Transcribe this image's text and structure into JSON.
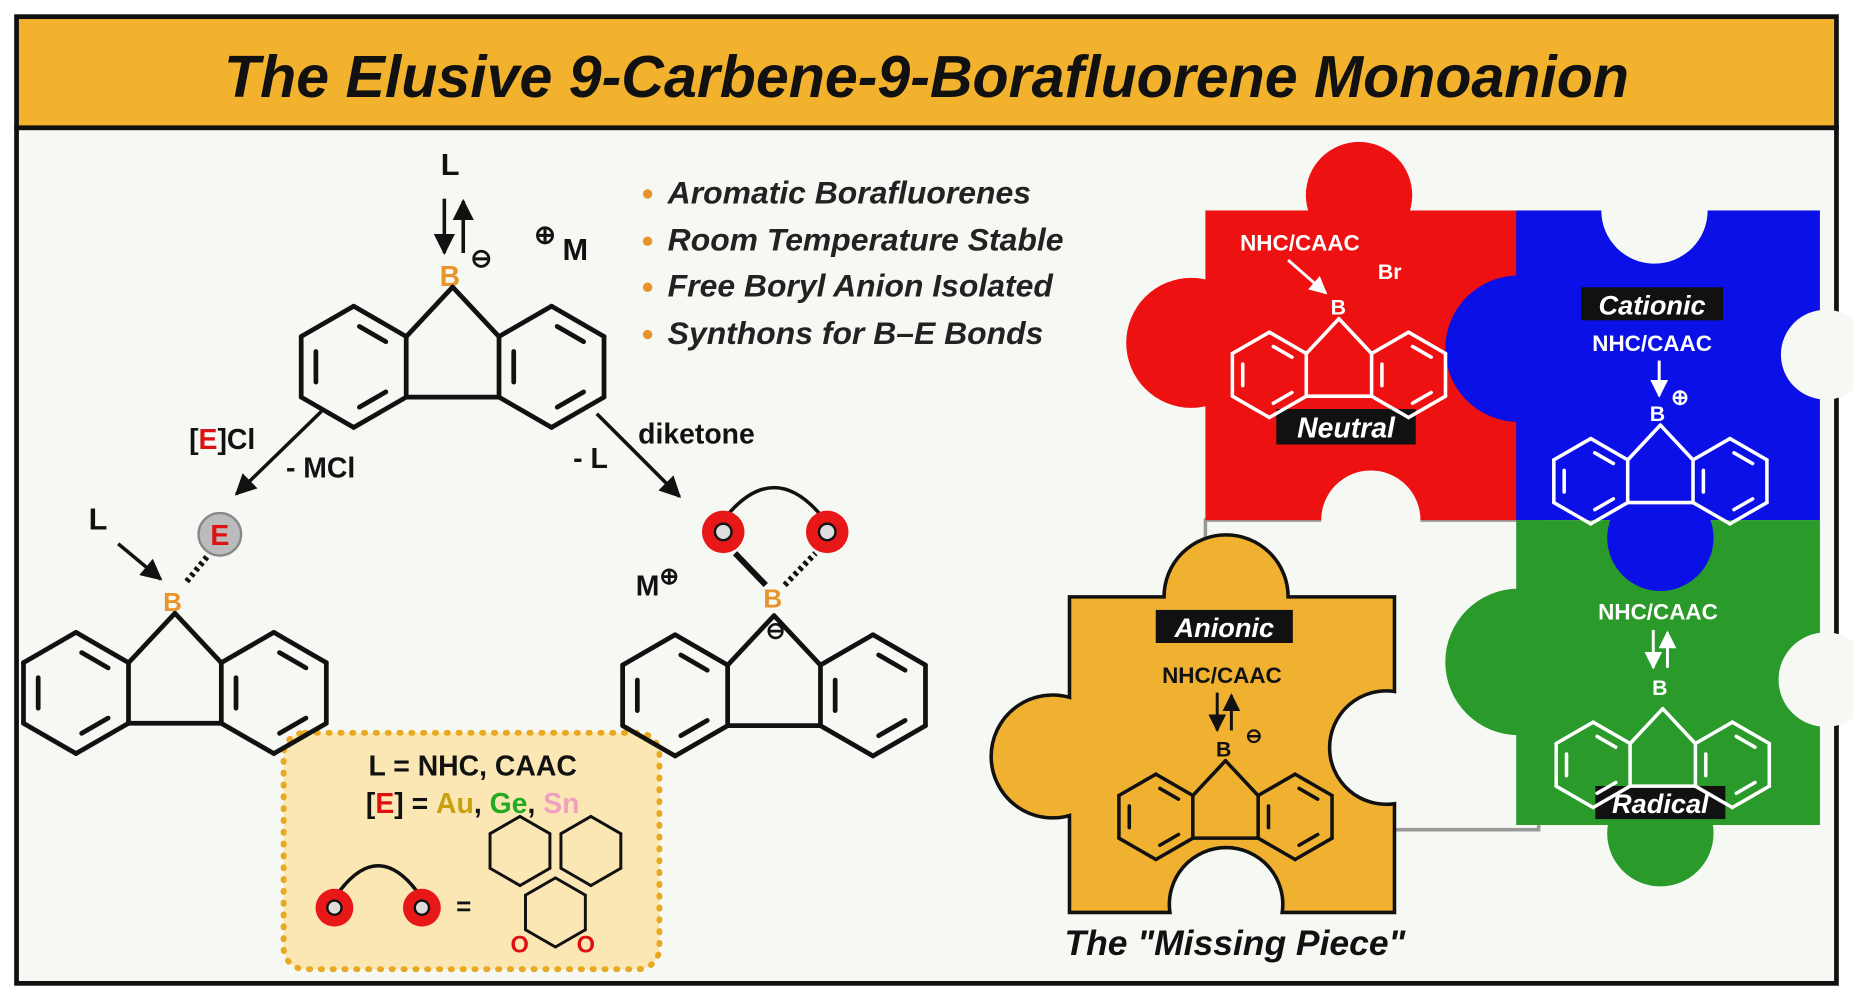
{
  "title": "The Elusive 9-Carbene-9-Borafluorene Monoanion",
  "colors": {
    "banner": "#f2b22e",
    "red": "#ee1111",
    "blue": "#0a10e6",
    "green": "#2a9a2a",
    "yellow": "#f0b030",
    "boron": "#e8942a",
    "panel": "#f7f9f5"
  },
  "bullets": [
    "Aromatic Borafluorenes",
    "Room Temperature Stable",
    "Free Boryl Anion Isolated",
    "Synthons for B–E Bonds"
  ],
  "scheme": {
    "ligand": "L",
    "boron": "B",
    "minus": "⊖",
    "plus": "⊕",
    "metal_top": "M",
    "left_reagent_bracket_open": "[",
    "left_reagent_e": "E",
    "left_reagent_rest": "]Cl",
    "left_byproduct": "- MCl",
    "right_reagent": "diketone",
    "right_byproduct": "- L",
    "element": "E",
    "metal_right": "M",
    "oxygen": "O"
  },
  "legend": {
    "line1": "L = NHC, CAAC",
    "line2_prefix": "[",
    "line2_e": "E",
    "line2_eq": "] = ",
    "au": "Au",
    "ge": "Ge",
    "sn": "Sn",
    "sep": ", ",
    "equals": "="
  },
  "puzzle": {
    "neutral": {
      "ligand": "NHC/CAAC",
      "label": "Neutral",
      "substituent": "Br"
    },
    "cationic": {
      "ligand": "NHC/CAAC",
      "label": "Cationic"
    },
    "anionic": {
      "ligand": "NHC/CAAC",
      "label": "Anionic"
    },
    "radical": {
      "ligand": "NHC/CAAC",
      "label": "Radical"
    },
    "caption": "The \"Missing Piece\""
  }
}
